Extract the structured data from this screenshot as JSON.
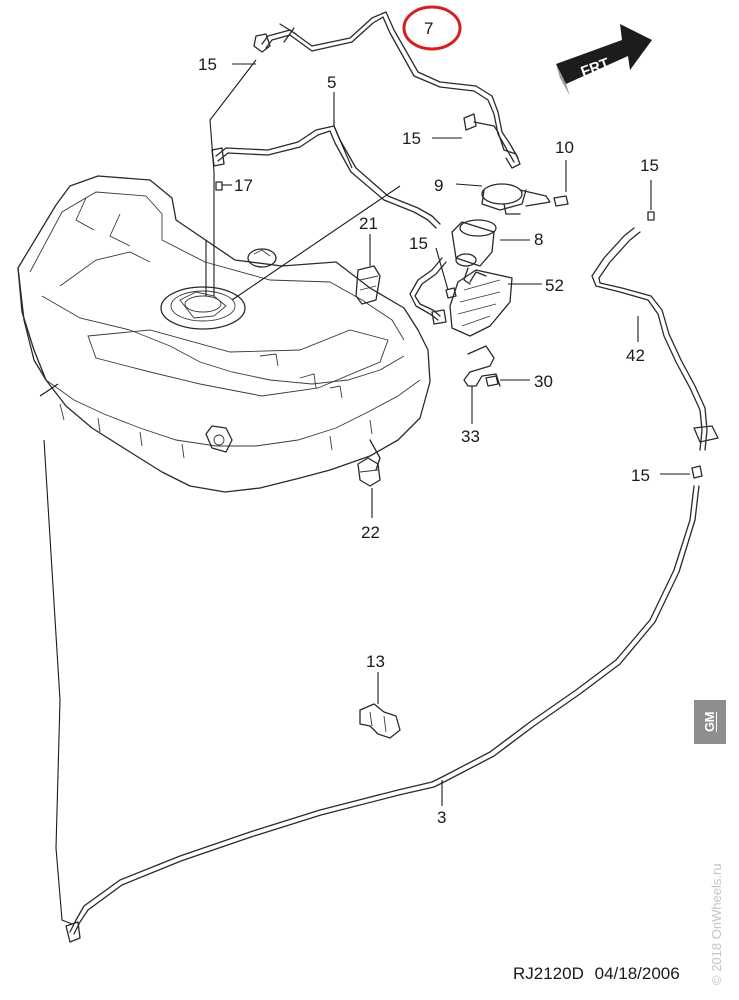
{
  "diagram": {
    "callouts": [
      {
        "id": "c15a",
        "label": "15"
      },
      {
        "id": "c7",
        "label": "7"
      },
      {
        "id": "c5",
        "label": "5"
      },
      {
        "id": "c15b",
        "label": "15"
      },
      {
        "id": "c10",
        "label": "10"
      },
      {
        "id": "c17",
        "label": "17"
      },
      {
        "id": "c9",
        "label": "9"
      },
      {
        "id": "c15c",
        "label": "15"
      },
      {
        "id": "c21",
        "label": "21"
      },
      {
        "id": "c15d",
        "label": "15"
      },
      {
        "id": "c8",
        "label": "8"
      },
      {
        "id": "c52",
        "label": "52"
      },
      {
        "id": "c42",
        "label": "42"
      },
      {
        "id": "c30",
        "label": "30"
      },
      {
        "id": "c33",
        "label": "33"
      },
      {
        "id": "c15e",
        "label": "15"
      },
      {
        "id": "c22",
        "label": "22"
      },
      {
        "id": "c13",
        "label": "13"
      },
      {
        "id": "c3",
        "label": "3"
      }
    ],
    "highlight": {
      "target": "7",
      "color": "#d42020"
    },
    "direction_arrow": {
      "label": "FRT",
      "fill": "#1c1c1c",
      "text_color": "#ffffff"
    }
  },
  "footer": {
    "drawing_code": "RJ2120D",
    "date": "04/18/2006"
  },
  "branding": {
    "logo_text": "GM",
    "watermark": "© 2018 OnWheels.ru"
  }
}
